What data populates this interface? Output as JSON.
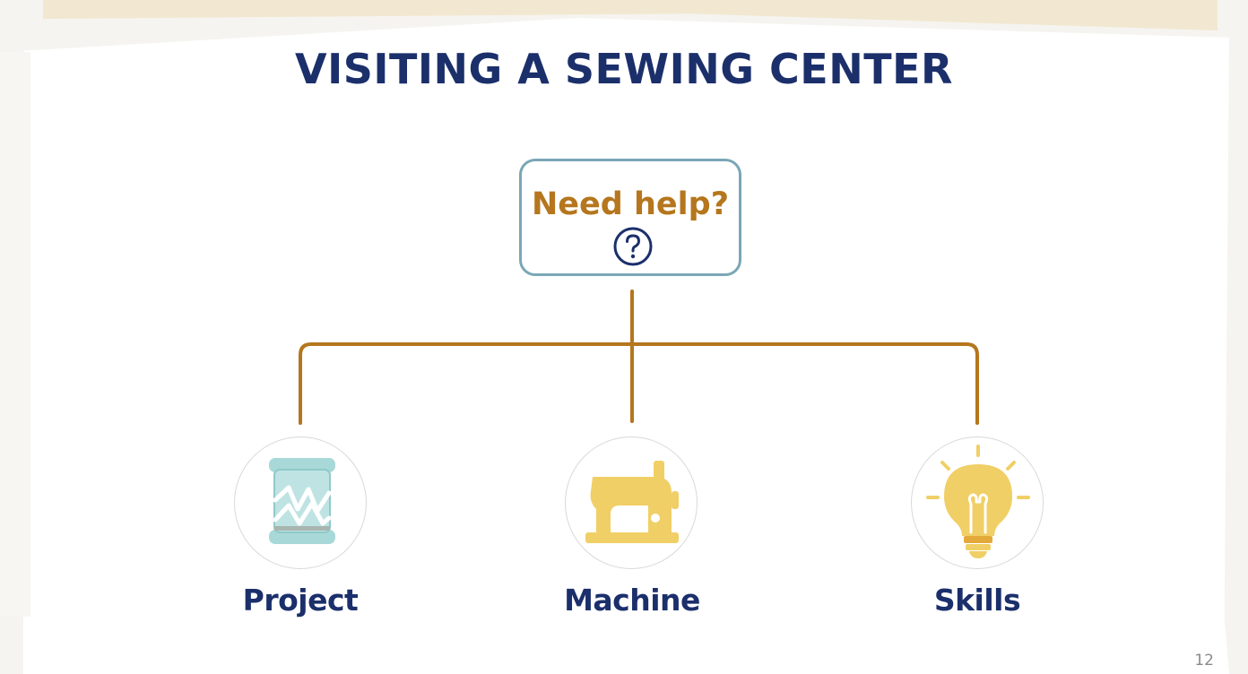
{
  "slide": {
    "title": "VISITING A SEWING CENTER",
    "page_number": "12"
  },
  "root": {
    "label": "Need help?",
    "icon": "question-circle-icon"
  },
  "branches": [
    {
      "label": "Project",
      "icon": "thread-spool-icon"
    },
    {
      "label": "Machine",
      "icon": "sewing-machine-icon"
    },
    {
      "label": "Skills",
      "icon": "lightbulb-icon"
    }
  ],
  "colors": {
    "title": "#1b2f6b",
    "root_text": "#b5761d",
    "root_border": "#7aa7b6",
    "connector": "#b5761d",
    "spool": "#a9d8d8",
    "machine": "#f0cf66",
    "bulb": "#f0cf66"
  }
}
